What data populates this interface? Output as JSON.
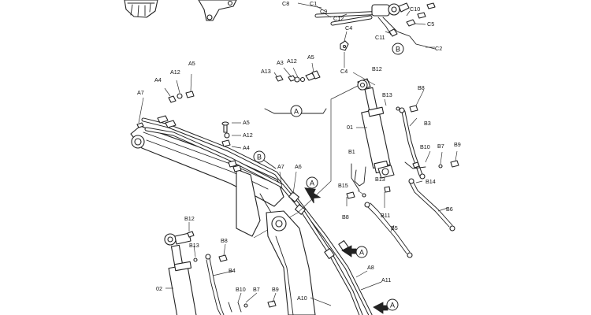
{
  "callouts": {
    "c8": "C8",
    "c1": "C1",
    "c9": "C9",
    "c12": "C12",
    "c10": "C10",
    "c5": "C5",
    "c11": "C11",
    "c4a": "C4",
    "c4b": "C4",
    "c2": "C2",
    "a5a": "A5",
    "a12a": "A12",
    "a4a": "A4",
    "a7a": "A7",
    "a3": "A3",
    "a12b": "A12",
    "a13": "A13",
    "a5b": "A5",
    "b12a": "B12",
    "b13a": "B13",
    "b8a": "B8",
    "b3": "B3",
    "o1": "01",
    "b1": "B1",
    "b10a": "B10",
    "b7a": "B7",
    "b9a": "B9",
    "b15": "B15",
    "b13b": "B13",
    "b14": "B14",
    "b8b": "B8",
    "b11": "B11",
    "b6": "B6",
    "b5": "B5",
    "a5c": "A5",
    "a12c": "A12",
    "a4b": "A4",
    "a7b": "A7",
    "a6": "A6",
    "b12b": "B12",
    "b8c": "B8",
    "b13c": "B13",
    "b4": "B4",
    "o2": "02",
    "b10b": "B10",
    "b7b": "B7",
    "b9b": "B9",
    "a8": "A8",
    "a11": "A11",
    "a10": "A10"
  },
  "markers": {
    "b_top": "B",
    "a_group": "A",
    "b_mid": "B",
    "a_arrow1": "A",
    "a_arrow2": "A",
    "a_arrow3": "A"
  }
}
